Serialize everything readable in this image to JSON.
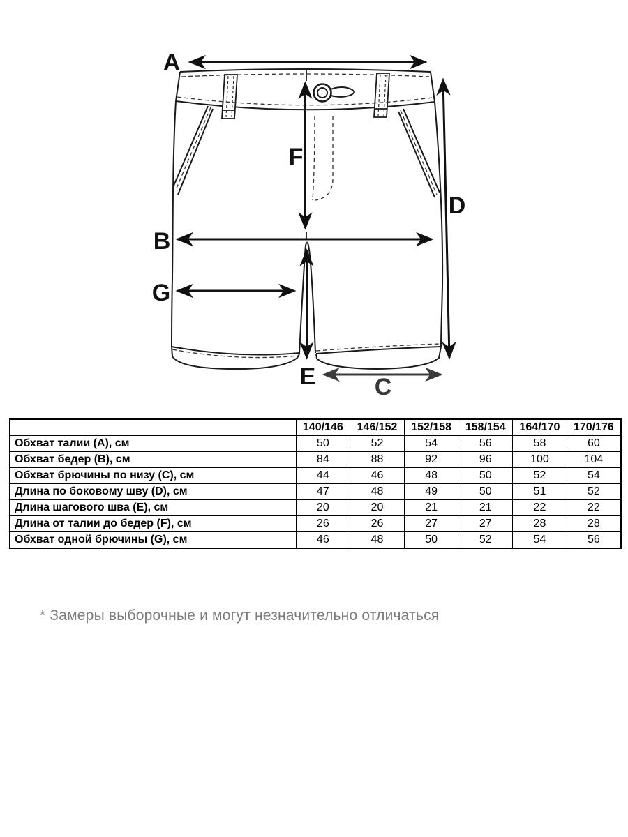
{
  "diagram": {
    "labels": {
      "a": "A",
      "b": "B",
      "c": "C",
      "d": "D",
      "e": "E",
      "f": "F",
      "g": "G"
    }
  },
  "table": {
    "corner_label": "",
    "sizes": [
      "140/146",
      "146/152",
      "152/158",
      "158/154",
      "164/170",
      "170/176"
    ],
    "rows": [
      {
        "label": "Обхват талии (A), см",
        "values": [
          "50",
          "52",
          "54",
          "56",
          "58",
          "60"
        ]
      },
      {
        "label": "Обхват бедер (B), см",
        "values": [
          "84",
          "88",
          "92",
          "96",
          "100",
          "104"
        ]
      },
      {
        "label": "Обхват брючины по низу (C), см",
        "values": [
          "44",
          "46",
          "48",
          "50",
          "52",
          "54"
        ]
      },
      {
        "label": "Длина по боковому шву (D), см",
        "values": [
          "47",
          "48",
          "49",
          "50",
          "51",
          "52"
        ]
      },
      {
        "label": "Длина шагового шва (E), см",
        "values": [
          "20",
          "20",
          "21",
          "21",
          "22",
          "22"
        ]
      },
      {
        "label": "Длина от талии до бедер (F), см",
        "values": [
          "26",
          "26",
          "27",
          "27",
          "28",
          "28"
        ]
      },
      {
        "label": "Обхват одной брючины (G), см",
        "values": [
          "46",
          "48",
          "50",
          "52",
          "54",
          "56"
        ]
      }
    ]
  },
  "footnote": "* Замеры выборочные и могут незначительно отличаться",
  "colors": {
    "ink": "#111111",
    "arrow_gray": "#3a3a3a",
    "footnote_gray": "#7c7c7c"
  }
}
